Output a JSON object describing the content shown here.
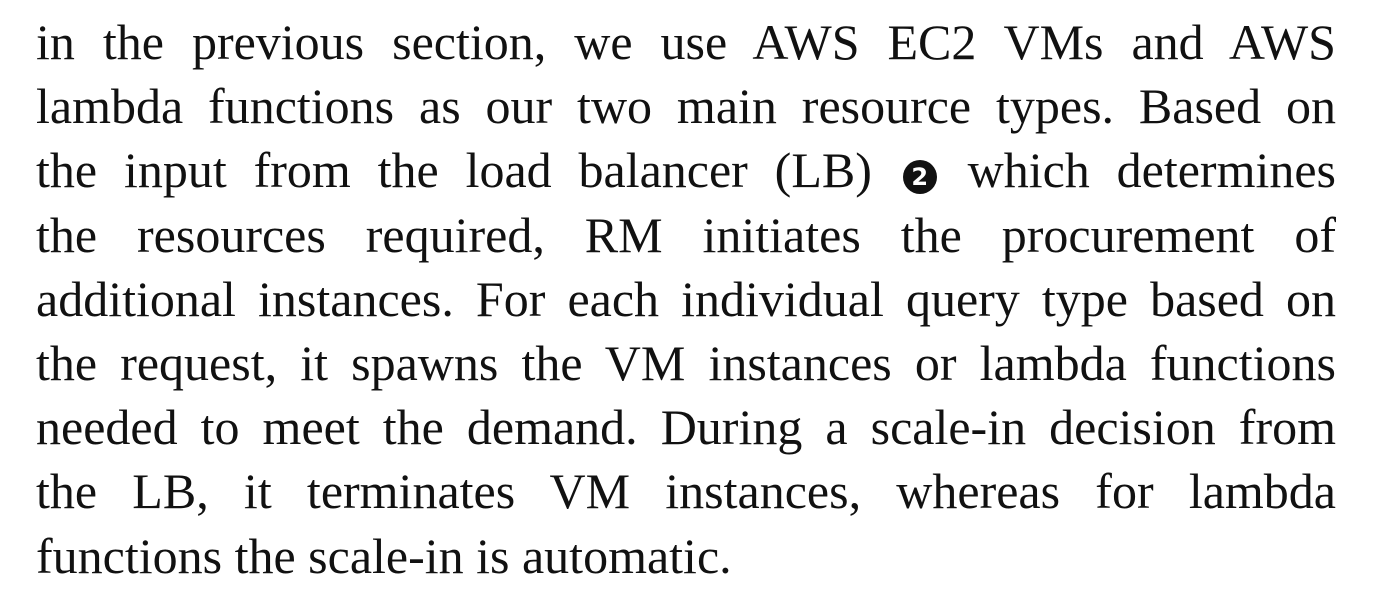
{
  "paragraph": {
    "lines": [
      "in the previous section, we use AWS EC2 VMs and AWS",
      "lambda functions as our two main resource types. Based on",
      "the input from the load balancer (LB)",
      "which determines",
      "the resources required, RM initiates the procurement of",
      "additional instances. For each individual query type based on",
      "the request, it spawns the VM instances or lambda functions",
      "needed to meet the demand. During a scale-in decision from",
      "the LB, it terminates VM instances, whereas for lambda",
      "functions the scale-in is automatic."
    ],
    "marker": "2"
  }
}
